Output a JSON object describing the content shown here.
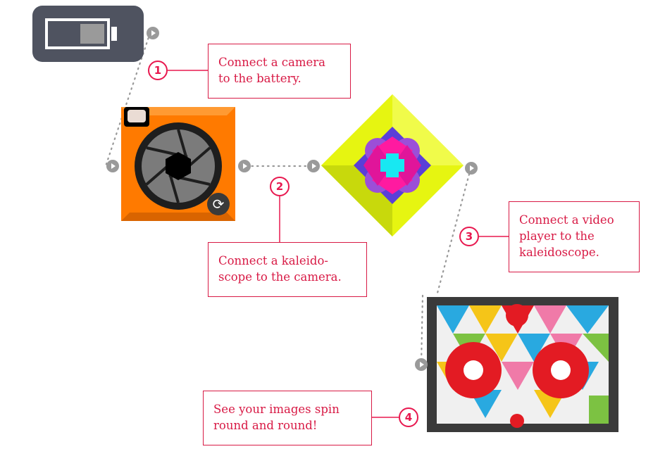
{
  "steps": [
    {
      "number": "1",
      "lines": [
        "Connect a camera",
        "to the battery."
      ]
    },
    {
      "number": "2",
      "lines": [
        "Connect a kaleido-",
        "scope to the camera."
      ]
    },
    {
      "number": "3",
      "lines": [
        "Connect a video",
        "player to the",
        "kaleidoscope."
      ]
    },
    {
      "number": "4",
      "lines": [
        "See your images spin",
        "round and round!"
      ]
    }
  ],
  "nodes": {
    "battery": {
      "icon": "battery-icon",
      "level": 0.4
    },
    "camera": {
      "icon": "camera-aperture-icon",
      "refresh_icon": "refresh-icon",
      "refresh_glyph": "⟳"
    },
    "kaleidoscope": {
      "icon": "kaleidoscope-icon"
    },
    "video": {
      "icon": "video-player-icon"
    }
  },
  "colors": {
    "accent": "#e8184f",
    "camera_orange": "#ff7a00",
    "kaleidoscope_yellow": "#e6f511",
    "battery_body": "#4f5360",
    "port_gray": "#9a9a9a",
    "wire_gray": "#999999"
  }
}
